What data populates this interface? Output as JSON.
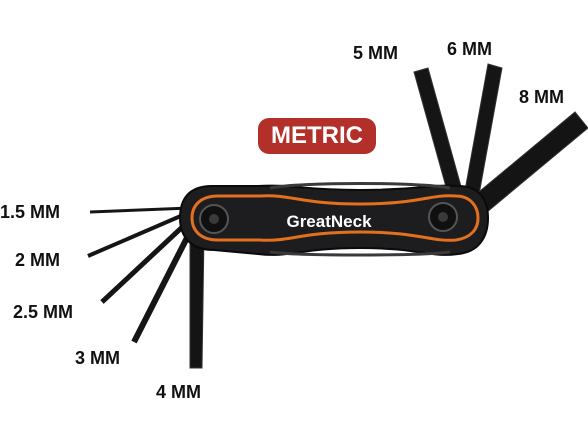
{
  "badge": {
    "label": "METRIC",
    "color": "#b3302a"
  },
  "brand": "GreatNeck",
  "colors": {
    "body": "#1d1d1f",
    "accent": "#e2701f",
    "key": "#141414",
    "label": "#111111"
  },
  "sizes": [
    "1.5 MM",
    "2 MM",
    "2.5 MM",
    "3 MM",
    "4 MM",
    "5 MM",
    "6 MM",
    "8 MM"
  ]
}
